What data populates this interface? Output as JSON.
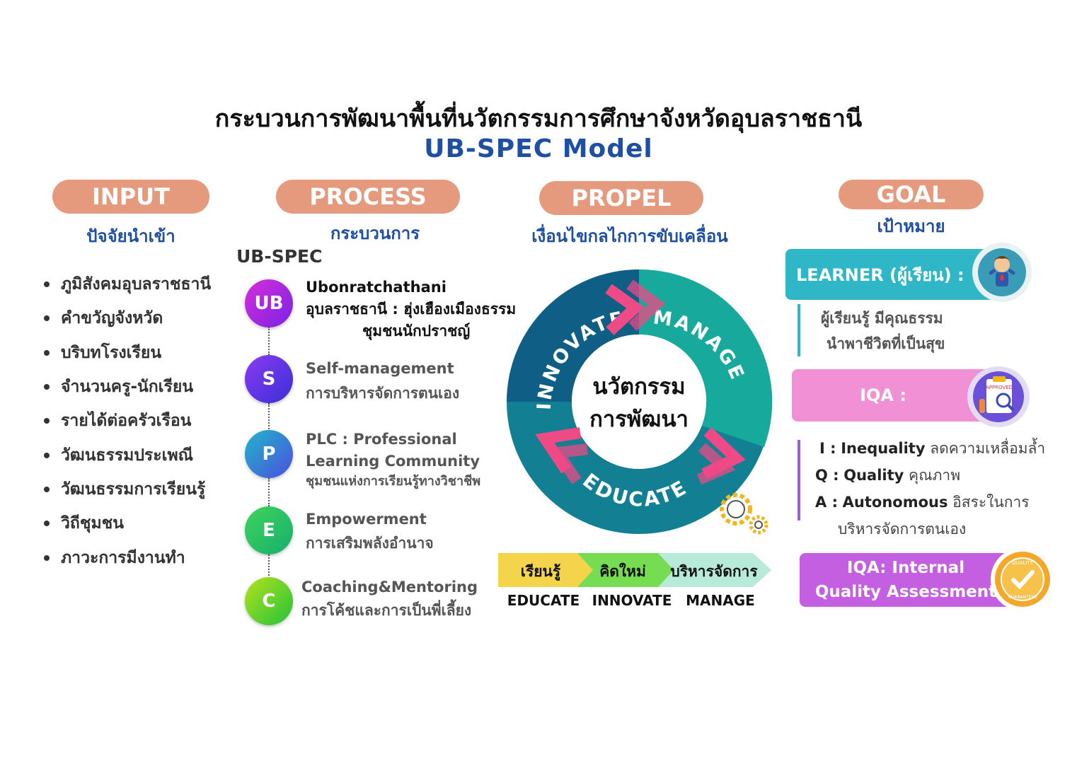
{
  "title": "กระบวนการพัฒนาพื้นที่นวัตกรรมการศึกษาจังหวัดอุบลราชธานี",
  "subtitle": "UB-SPEC  Model",
  "columns": {
    "input": {
      "label": "INPUT",
      "sub": "ปัจจัยนำเข้า"
    },
    "process": {
      "label": "PROCESS",
      "sub": "กระบวนการ"
    },
    "propel": {
      "label": "PROPEL",
      "sub": "เงื่อนไขกลไกการขับเคลื่อน"
    },
    "goal": {
      "label": "GOAL",
      "sub": "เป้าหมาย"
    }
  },
  "inputs": [
    "ภูมิสังคมอุบลราชธานี",
    "คำขวัญจังหวัด",
    "บริบทโรงเรียน",
    "จำนวนครู-นักเรียน",
    "รายได้ต่อครัวเรือน",
    "วัฒนธรรมประเพณี",
    "วัฒนธรรมการเรียนรู้",
    "วิถีชุมชน",
    "ภาวะการมีงานทำ"
  ],
  "process": {
    "heading": "UB-SPEC",
    "steps": [
      {
        "letter": "UB",
        "line1": "Ubonratchathani",
        "line2": "อุบลราชธานี : ฮุ่งเฮืองเมืองธรรม",
        "line3": "ชุมชนนักปราชญ์",
        "color_a": "#d62fd8",
        "color_b": "#7a22e6"
      },
      {
        "letter": "S",
        "line1": "Self-management",
        "line2": "การบริหารจัดการตนเอง",
        "line3": "",
        "color_a": "#8b3bf0",
        "color_b": "#3a2fd8"
      },
      {
        "letter": "P",
        "line1": "PLC : Professional",
        "line2": "Learning Community",
        "line3": "ชุมชนแห่งการเรียนรู้ทางวิชาชีพ",
        "color_a": "#22b6c8",
        "color_b": "#4a4fe0"
      },
      {
        "letter": "E",
        "line1": "Empowerment",
        "line2": "การเสริมพลังอำนาจ",
        "line3": "",
        "color_a": "#3fd35a",
        "color_b": "#16b06e"
      },
      {
        "letter": "C",
        "line1": "Coaching&Mentoring",
        "line2": "การโค้ชและการเป็นพี่เลี้ยง",
        "line3": "",
        "color_a": "#b6e21a",
        "color_b": "#22c23c"
      }
    ]
  },
  "cycle": {
    "center_line1": "นวัตกรรม",
    "center_line2": "การพัฒนา",
    "labels": [
      "INNOVATE",
      "MANAGE",
      "EDUCATE"
    ],
    "colors": {
      "innovate": "#0f5e86",
      "manage": "#17a99b",
      "educate": "#127f93",
      "chevron": "#ee4a86"
    }
  },
  "flow": {
    "steps": [
      {
        "label": "เรียนรู้",
        "caption": "EDUCATE",
        "color": "#f4d44b"
      },
      {
        "label": "คิดใหม่",
        "caption": "INNOVATE",
        "color": "#76dd52"
      },
      {
        "label": "บริหารจัดการ",
        "caption": "MANAGE",
        "color": "#b7ead8"
      }
    ]
  },
  "goal": {
    "learner": {
      "label": "LEARNER (ผู้เรียน) :",
      "text1": "ผู้เรียนรู้ มีคุณธรรม",
      "text2": "นำพาชีวิตที่เป็นสุข",
      "color": "#2fb7c7"
    },
    "iqa": {
      "label": "IQA :",
      "color": "#f290d6",
      "items": [
        {
          "key": "I :",
          "en": "Inequality",
          "th": "ลดความเหลื่อมล้ำ"
        },
        {
          "key": "Q :",
          "en": "Quality",
          "th": "คุณภาพ"
        },
        {
          "key": "A :",
          "en": "Autonomous",
          "th": "อิสระในการ"
        }
      ],
      "extra": "บริหารจัดการตนเอง",
      "badge_text": "APPROVED"
    },
    "iqa_full": {
      "line1": "IQA: Internal",
      "line2": "Quality Assessment",
      "color": "#c35fe0",
      "badge_top": "QUALITY",
      "badge_bottom": "GUARANTEED"
    }
  }
}
